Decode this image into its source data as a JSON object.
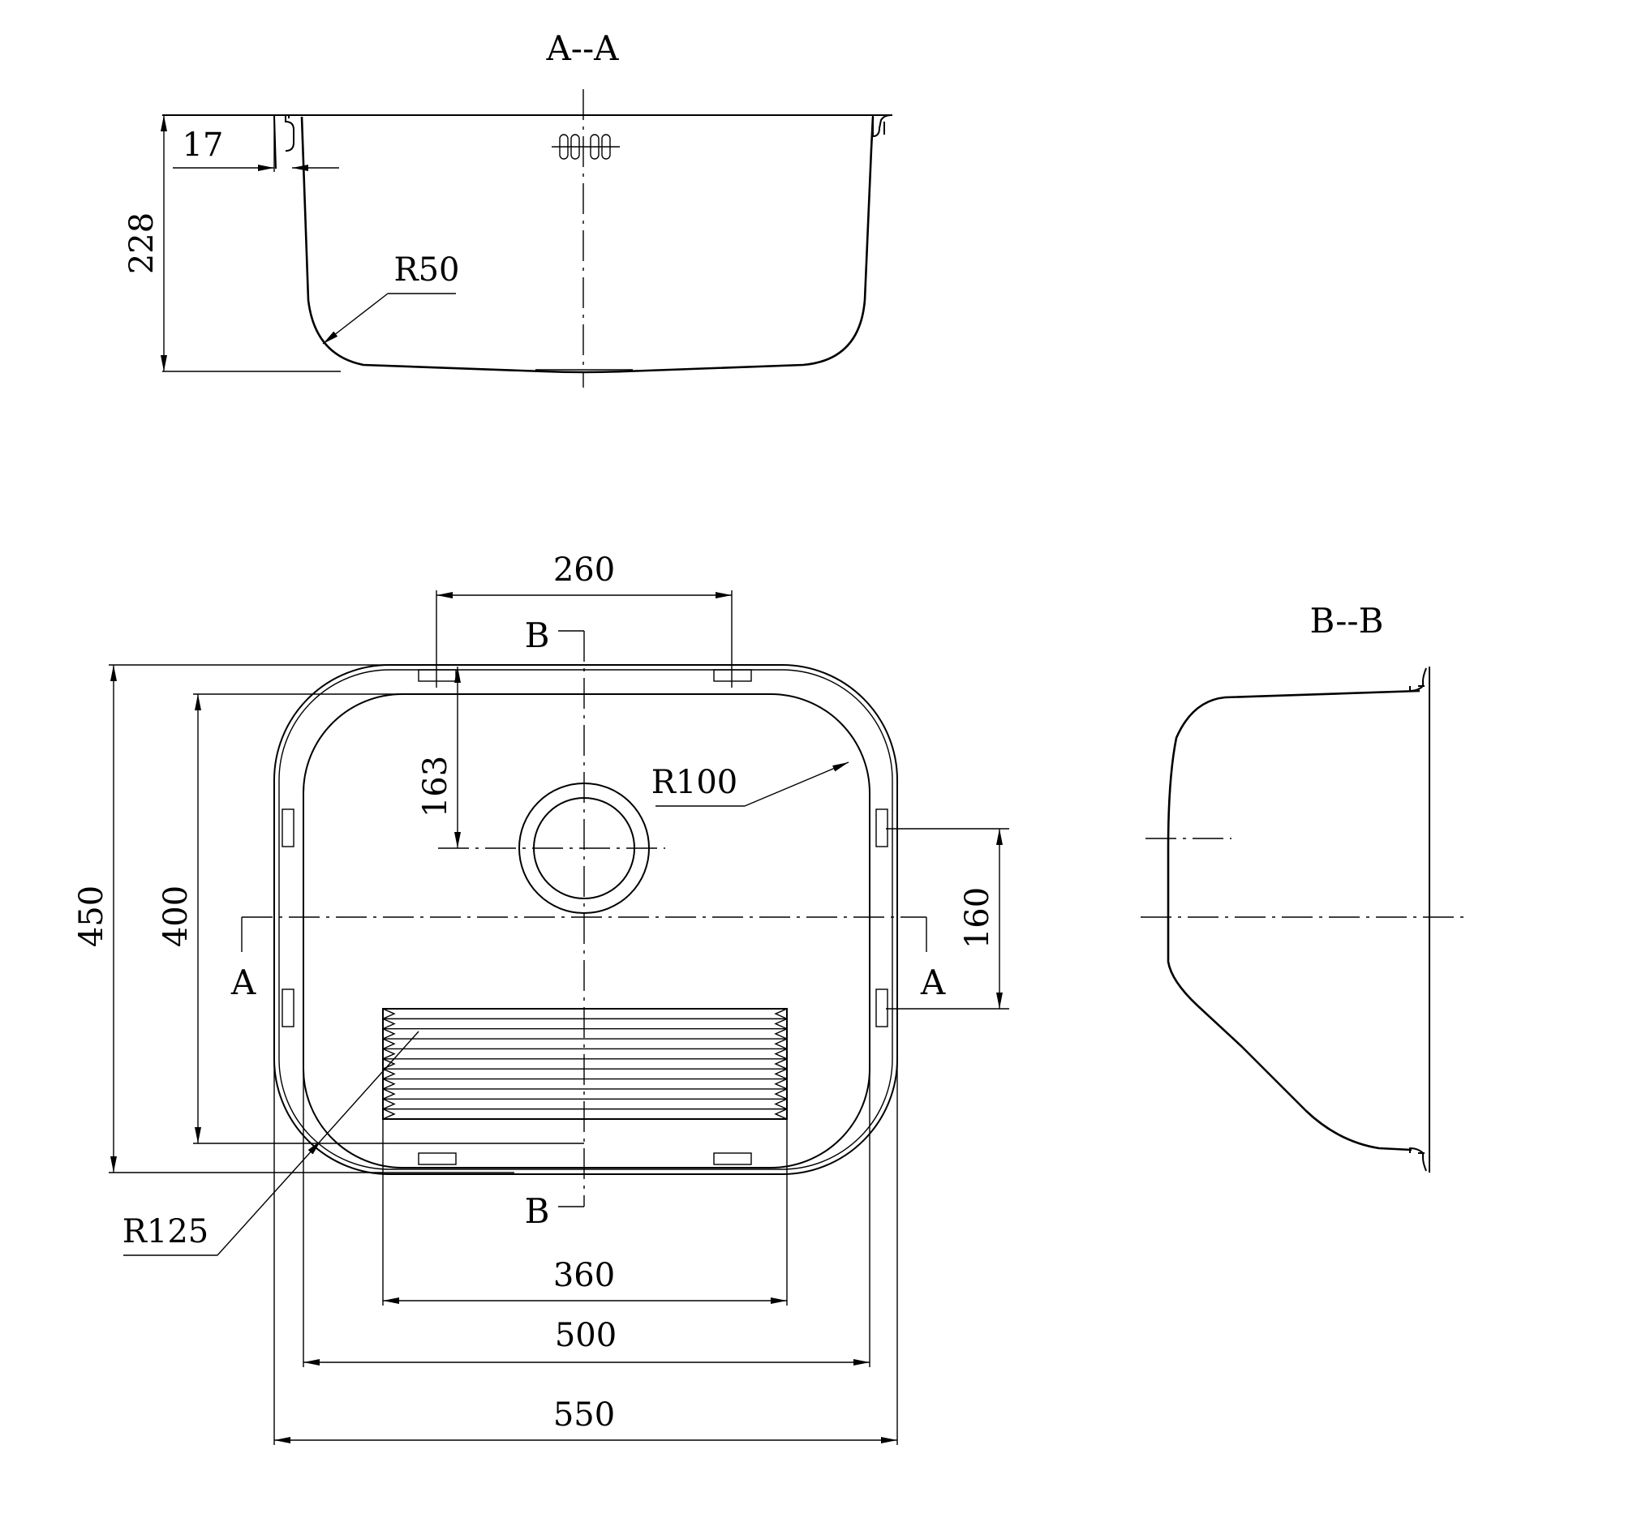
{
  "sections": {
    "aa": "A--A",
    "bb": "B--B"
  },
  "section_markers": {
    "a_left": "A",
    "a_right": "A",
    "b_top": "B",
    "b_bottom": "B"
  },
  "dimensions": {
    "d17": "17",
    "d228": "228",
    "r50": "R50",
    "d260": "260",
    "d163": "163",
    "r100": "R100",
    "d450": "450",
    "d400": "400",
    "d160": "160",
    "r125": "R125",
    "d360": "360",
    "d500": "500",
    "d550": "550"
  }
}
